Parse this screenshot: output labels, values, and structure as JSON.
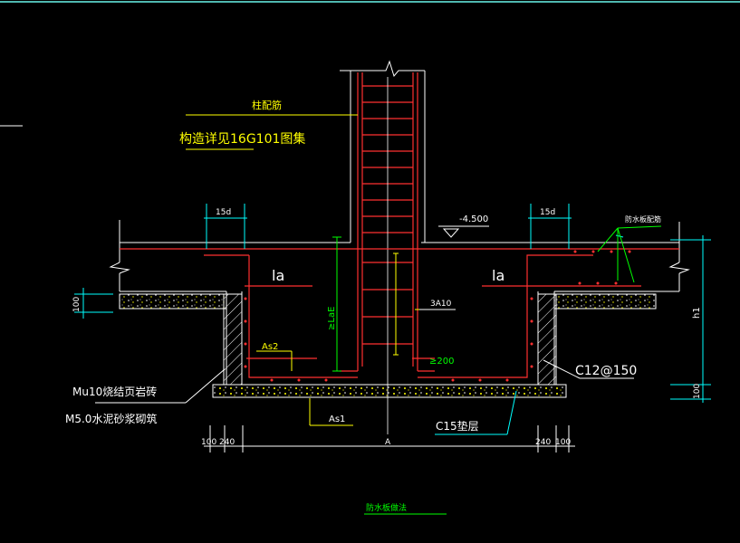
{
  "labels": {
    "column_rebar": "柱配筋",
    "column_ref": "构造详见16G101图集",
    "dim_15d_left": "15d",
    "dim_15d_right": "15d",
    "elevation": "-4.500",
    "waterproof_top": "防水板配筋",
    "la_left": "la",
    "la_right": "la",
    "dim_100_left": "100",
    "stirrup": "3A10",
    "anchor_len": "≥LaE",
    "min_200": "≥200",
    "as2": "As2",
    "as1": "As1",
    "brick": "Mu10烧结页岩砖",
    "mortar": "M5.0水泥砂浆砌筑",
    "c12": "C12@150",
    "c15": "C15垫层",
    "h1": "h1",
    "dim_100_right": "100",
    "dim_100_bl": "100",
    "dim_240_bl": "240",
    "dim_240_br": "240",
    "dim_100_br": "100",
    "axis_a": "A",
    "caption": "防水板做法"
  },
  "colors": {
    "background": "#000000",
    "line": "#ffffff",
    "rebar": "#ff3030",
    "yellow": "#ffff00",
    "green": "#00ff00",
    "cyan": "#00ffff",
    "top_border": "#4fb8b0"
  }
}
